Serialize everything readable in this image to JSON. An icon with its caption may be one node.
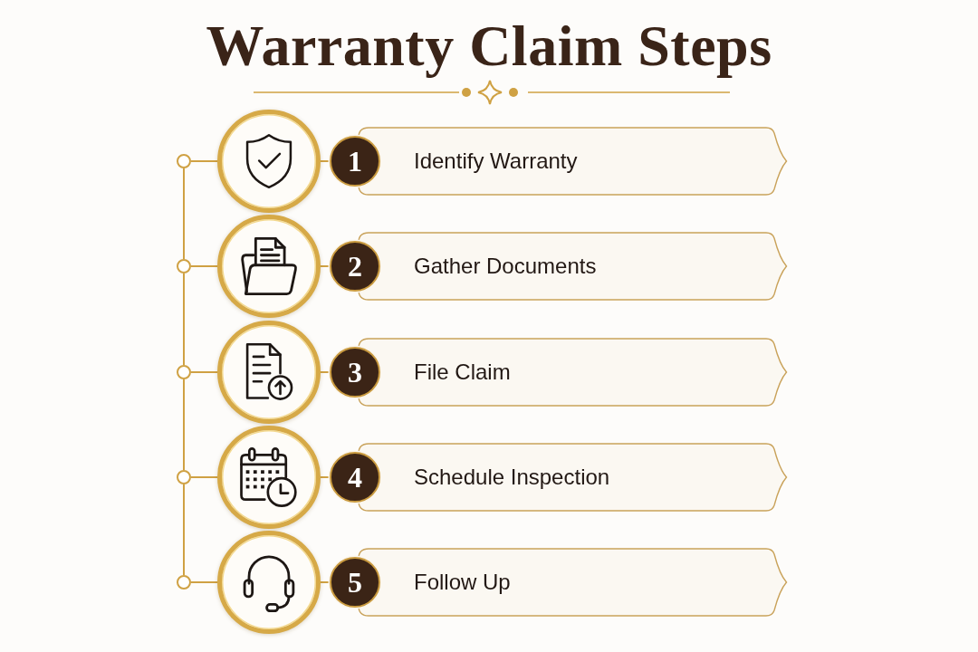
{
  "diagram": {
    "title": "Warranty Claim Steps",
    "nodes": [
      {
        "text": [],
        "shape": "circle"
      },
      {
        "text": [],
        "shape": "circle"
      },
      {
        "text": [
          "1"
        ]
      },
      {
        "text": [
          "Identify Warranty"
        ]
      },
      {
        "text": [],
        "shape": "circle"
      },
      {
        "text": [],
        "shape": "circle"
      },
      {
        "text": [
          "2"
        ]
      },
      {
        "text": [
          "Gather Documents"
        ]
      },
      {
        "text": [],
        "shape": "circle"
      },
      {
        "text": [],
        "shape": "circle"
      },
      {
        "text": [
          "3"
        ]
      },
      {
        "text": [
          "File Claim"
        ]
      },
      {
        "text": [],
        "shape": "circle"
      },
      {
        "text": [],
        "shape": "circle"
      },
      {
        "text": [
          "4"
        ]
      },
      {
        "text": [
          "Schedule Inspection"
        ]
      },
      {
        "text": [],
        "shape": "circle"
      },
      {
        "text": [],
        "shape": "circle"
      },
      {
        "text": [
          "5"
        ]
      },
      {
        "text": [
          "Follow Up"
        ]
      }
    ],
    "edges": [
      {
        "from": 0,
        "to": 1,
        "arrow": "none"
      },
      {
        "from": 1,
        "to": 2,
        "arrow": "none"
      },
      {
        "from": 4,
        "to": 5,
        "arrow": "none"
      },
      {
        "from": 5,
        "to": 6,
        "arrow": "none"
      },
      {
        "from": 8,
        "to": 9,
        "arrow": "none"
      },
      {
        "from": 9,
        "to": 10,
        "arrow": "none"
      },
      {
        "from": 12,
        "to": 13,
        "arrow": "none"
      },
      {
        "from": 13,
        "to": 14,
        "arrow": "none"
      },
      {
        "from": 16,
        "to": 17,
        "arrow": "none"
      },
      {
        "from": 17,
        "to": 18,
        "arrow": "none"
      },
      {
        "from": 0,
        "to": 4,
        "arrow": "none"
      },
      {
        "from": 4,
        "to": 8,
        "arrow": "none"
      },
      {
        "from": 8,
        "to": 12,
        "arrow": "none"
      },
      {
        "from": 12,
        "to": 16,
        "arrow": "none"
      }
    ]
  }
}
